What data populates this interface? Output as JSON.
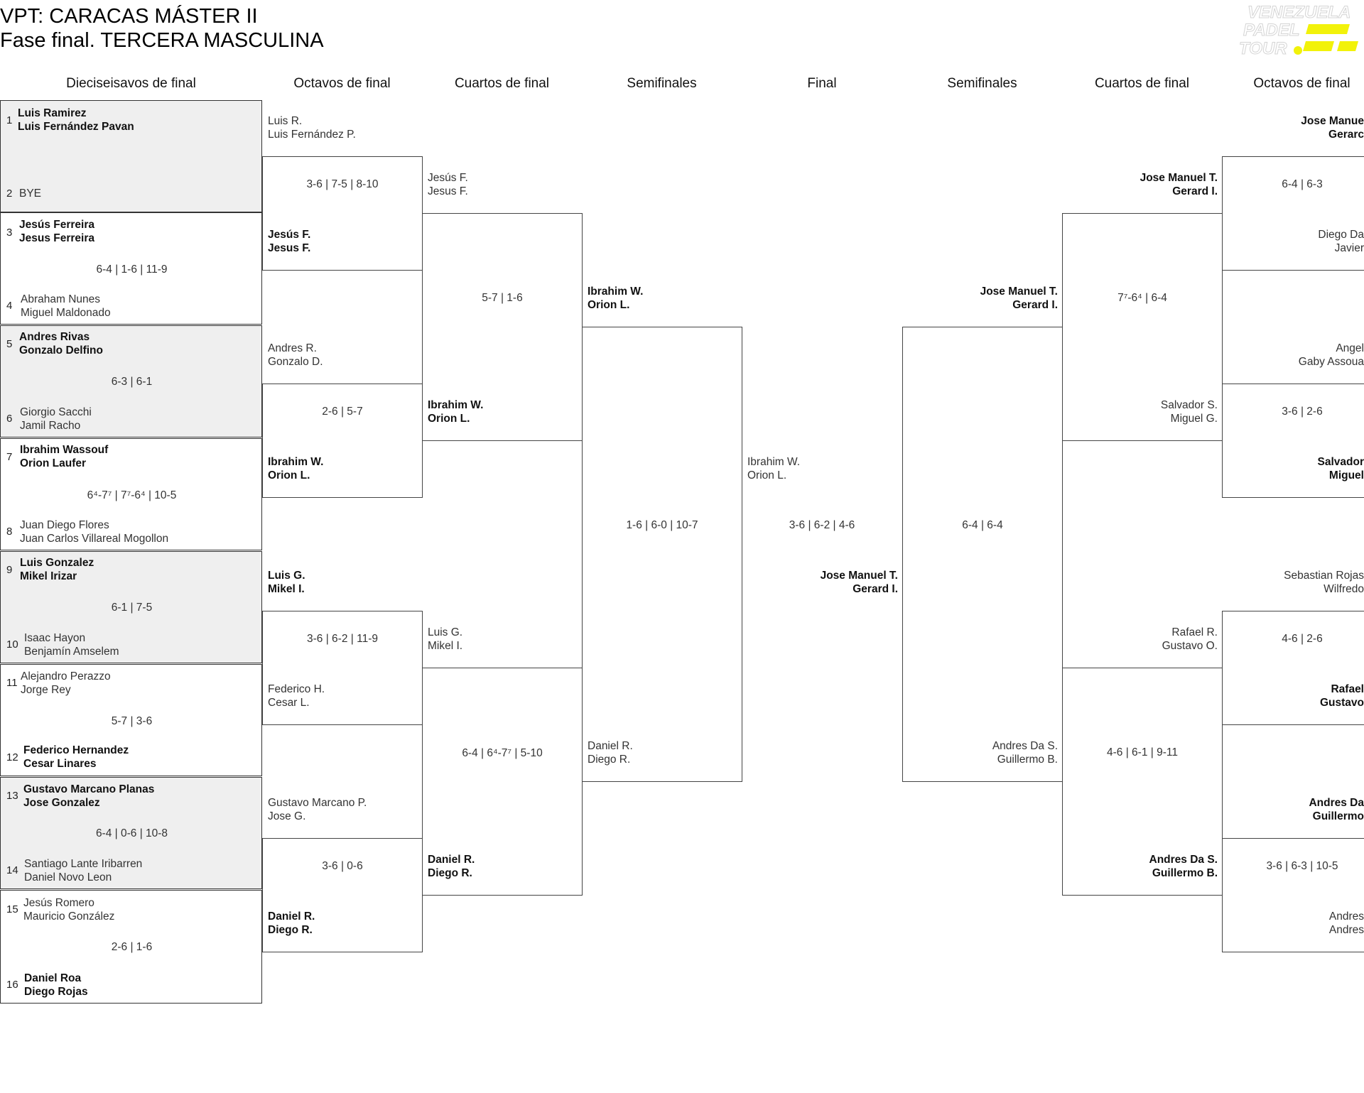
{
  "header": {
    "title_line1": "VPT: CARACAS MÁSTER II",
    "title_line2": "Fase final. TERCERA MASCULINA",
    "logo_text": [
      "VENEZUELA",
      "PADEL",
      "TOUR"
    ],
    "logo_accent_color": "#f2f20a"
  },
  "rounds": [
    "Dieciseisavos de final",
    "Octavos de final",
    "Cuartos de final",
    "Semifinales",
    "Final",
    "Semifinales",
    "Cuartos de final",
    "Octavos de final"
  ],
  "r32": [
    {
      "seeds": [
        "1",
        "2"
      ],
      "top": [
        "Luis Ramirez",
        "Luis Fernández Pavan"
      ],
      "bottom": [
        "BYE",
        ""
      ],
      "score": ""
    },
    {
      "seeds": [
        "3",
        "4"
      ],
      "top": [
        "Jesús Ferreira",
        "Jesus Ferreira"
      ],
      "bottom": [
        "Abraham Nunes",
        "Miguel Maldonado"
      ],
      "score": "6-4 | 1-6 | 11-9"
    },
    {
      "seeds": [
        "5",
        "6"
      ],
      "top": [
        "Andres Rivas",
        "Gonzalo Delfino"
      ],
      "bottom": [
        "Giorgio Sacchi",
        "Jamil Racho"
      ],
      "score": "6-3 | 6-1"
    },
    {
      "seeds": [
        "7",
        "8"
      ],
      "top": [
        "Ibrahim Wassouf",
        "Orion Laufer"
      ],
      "bottom": [
        "Juan Diego Flores",
        "Juan Carlos Villareal Mogollon"
      ],
      "score": "6⁴-7⁷ | 7⁷-6⁴ | 10-5"
    },
    {
      "seeds": [
        "9",
        "10"
      ],
      "top": [
        "Luis Gonzalez",
        "Mikel Irizar"
      ],
      "bottom": [
        "Isaac Hayon",
        "Benjamín Amselem"
      ],
      "score": "6-1 | 7-5"
    },
    {
      "seeds": [
        "11",
        "12"
      ],
      "top": [
        "Alejandro Perazzo",
        "Jorge Rey"
      ],
      "bottom": [
        "Federico Hernandez",
        "Cesar Linares"
      ],
      "score": "5-7 | 3-6"
    },
    {
      "seeds": [
        "13",
        "14"
      ],
      "top": [
        "Gustavo Marcano Planas",
        "Jose Gonzalez"
      ],
      "bottom": [
        "Santiago Lante Iribarren",
        "Daniel Novo Leon"
      ],
      "score": "6-4 | 0-6 | 10-8"
    },
    {
      "seeds": [
        "15",
        "16"
      ],
      "top": [
        "Jesús Romero",
        "Mauricio González"
      ],
      "bottom": [
        "Daniel Roa",
        "Diego Rojas"
      ],
      "score": "2-6 | 1-6"
    }
  ],
  "r16_left": [
    {
      "top": [
        "Luis R.",
        "Luis Fernández P."
      ],
      "bottom": [
        "Jesús F.",
        "Jesus F."
      ],
      "score": "3-6 | 7-5 | 8-10"
    },
    {
      "top": [
        "Andres R.",
        "Gonzalo D."
      ],
      "bottom": [
        "Ibrahim W.",
        "Orion L."
      ],
      "score": "2-6 | 5-7"
    },
    {
      "top": [
        "Luis G.",
        "Mikel I."
      ],
      "bottom": [
        "Federico H.",
        "Cesar L."
      ],
      "score": "3-6 | 6-2 | 11-9"
    },
    {
      "top": [
        "Gustavo Marcano P.",
        "Jose G."
      ],
      "bottom": [
        "Daniel R.",
        "Diego R."
      ],
      "score": "3-6 | 0-6"
    }
  ],
  "qf_left": [
    {
      "top": [
        "Jesús F.",
        "Jesus F."
      ],
      "bottom": [
        "Ibrahim W.",
        "Orion L."
      ],
      "score": "5-7 | 1-6"
    },
    {
      "top": [
        "Luis G.",
        "Mikel I."
      ],
      "bottom": [
        "Daniel R.",
        "Diego R."
      ],
      "score": "6-4 | 6⁴-7⁷ | 5-10"
    }
  ],
  "sf_left": {
    "top": [
      "Ibrahim W.",
      "Orion L."
    ],
    "bottom": [
      "Daniel R.",
      "Diego R."
    ],
    "score": "1-6 | 6-0 | 10-7"
  },
  "final": {
    "top": [
      "Ibrahim W.",
      "Orion L."
    ],
    "bottom": [
      "Jose Manuel T.",
      "Gerard I."
    ],
    "score": "3-6 | 6-2 | 4-6"
  },
  "sf_right": {
    "top": [
      "Jose Manuel T.",
      "Gerard I."
    ],
    "bottom": [
      "Andres Da S.",
      "Guillermo B."
    ],
    "score": "6-4 | 6-4"
  },
  "qf_right": [
    {
      "top": [
        "Jose Manuel T.",
        "Gerard I."
      ],
      "bottom": [
        "Salvador S.",
        "Miguel G."
      ],
      "score": "7⁷-6⁴ | 6-4"
    },
    {
      "top": [
        "Rafael R.",
        "Gustavo O."
      ],
      "bottom": [
        "Andres Da S.",
        "Guillermo B."
      ],
      "score": "4-6 | 6-1 | 9-11"
    }
  ],
  "r16_right": [
    {
      "top": [
        "Jose Manue",
        "Gerarc"
      ],
      "bottom": [
        "Diego Da",
        "Javier"
      ],
      "score": "6-4 | 6-3"
    },
    {
      "top": [
        "Angel",
        "Gaby Assoua"
      ],
      "bottom": [
        "Salvador",
        "Miguel"
      ],
      "score": "3-6 | 2-6"
    },
    {
      "top": [
        "Sebastian Rojas",
        "Wilfredo"
      ],
      "bottom": [
        "Rafael",
        "Gustavo"
      ],
      "score": "4-6 | 2-6"
    },
    {
      "top": [
        "Andres Da",
        "Guillermo"
      ],
      "bottom": [
        "Andres",
        "Andres"
      ],
      "score": "3-6 | 6-3 | 10-5"
    }
  ]
}
